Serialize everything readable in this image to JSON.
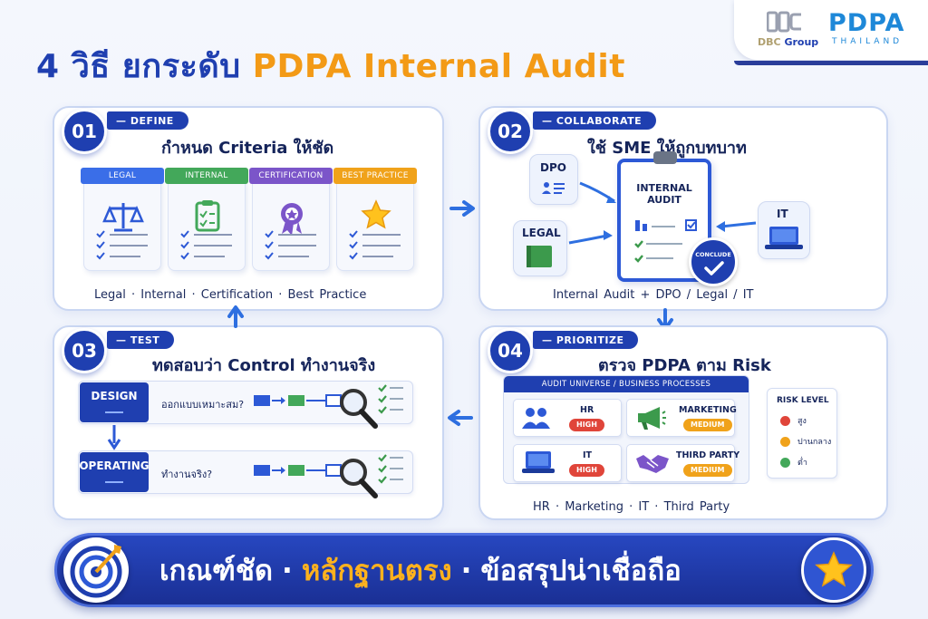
{
  "title": {
    "prefix": "4 วิธี ยกระดับ",
    "accent": "PDPA Internal Audit"
  },
  "logo": {
    "dbc_main": "DBC",
    "dbc_sub": "Group",
    "pdpa": "PDPA",
    "pdpa_sub": "THAILAND"
  },
  "panels": {
    "define": {
      "number": "01",
      "tag": "— DEFINE",
      "title": "กำหนด Criteria ให้ชัด",
      "cards": [
        {
          "label": "LEGAL",
          "icon": "scale-icon",
          "color": "#3a6ee8"
        },
        {
          "label": "INTERNAL",
          "icon": "clipboard-check-icon",
          "color": "#43a85a"
        },
        {
          "label": "CERTIFICATION",
          "icon": "award-badge-icon",
          "color": "#7b55c9"
        },
        {
          "label": "BEST PRACTICE",
          "icon": "star-icon",
          "color": "#f0a21a"
        }
      ],
      "caption": "Legal  ·  Internal  ·  Certification  ·  Best Practice"
    },
    "collaborate": {
      "number": "02",
      "tag": "— COLLABORATE",
      "title": "ใช้ SME ให้ถูกบทบาท",
      "roles": {
        "dpo": "DPO",
        "legal": "LEGAL",
        "it": "IT"
      },
      "clipboard_title_1": "INTERNAL",
      "clipboard_title_2": "AUDIT",
      "conclude": "CONCLUDE",
      "caption": "Internal Audit  +  DPO / Legal / IT"
    },
    "test": {
      "number": "03",
      "tag": "— TEST",
      "title": "ทดสอบว่า Control ทำงานจริง",
      "rows": [
        {
          "label": "DESIGN",
          "question": "ออกแบบเหมาะสม?"
        },
        {
          "label": "OPERATING",
          "question": "ทำงานจริง?"
        }
      ]
    },
    "prioritize": {
      "number": "04",
      "tag": "— PRIORITIZE",
      "title": "ตรวจ PDPA ตาม Risk",
      "universe_title": "AUDIT UNIVERSE / BUSINESS PROCESSES",
      "processes": [
        {
          "name": "HR",
          "risk": "HIGH",
          "icon": "people-icon",
          "color": "#e0453a"
        },
        {
          "name": "MARKETING",
          "risk": "MEDIUM",
          "icon": "megaphone-icon",
          "color": "#f0a21a"
        },
        {
          "name": "IT",
          "risk": "HIGH",
          "icon": "laptop-icon",
          "color": "#e0453a"
        },
        {
          "name": "THIRD PARTY",
          "risk": "MEDIUM",
          "icon": "handshake-icon",
          "color": "#f0a21a"
        }
      ],
      "risk_level": {
        "title": "RISK LEVEL",
        "levels": [
          {
            "label": "สูง",
            "color": "#e0453a"
          },
          {
            "label": "ปานกลาง",
            "color": "#f0a21a"
          },
          {
            "label": "ต่ำ",
            "color": "#43a85a"
          }
        ]
      },
      "caption": "HR  ·  Marketing  ·  IT  ·  Third Party"
    }
  },
  "banner": {
    "part1": "เกณฑ์ชัด",
    "sep": "·",
    "part2": "หลักฐานตรง",
    "part3": "ข้อสรุปน่าเชื่อถือ"
  }
}
